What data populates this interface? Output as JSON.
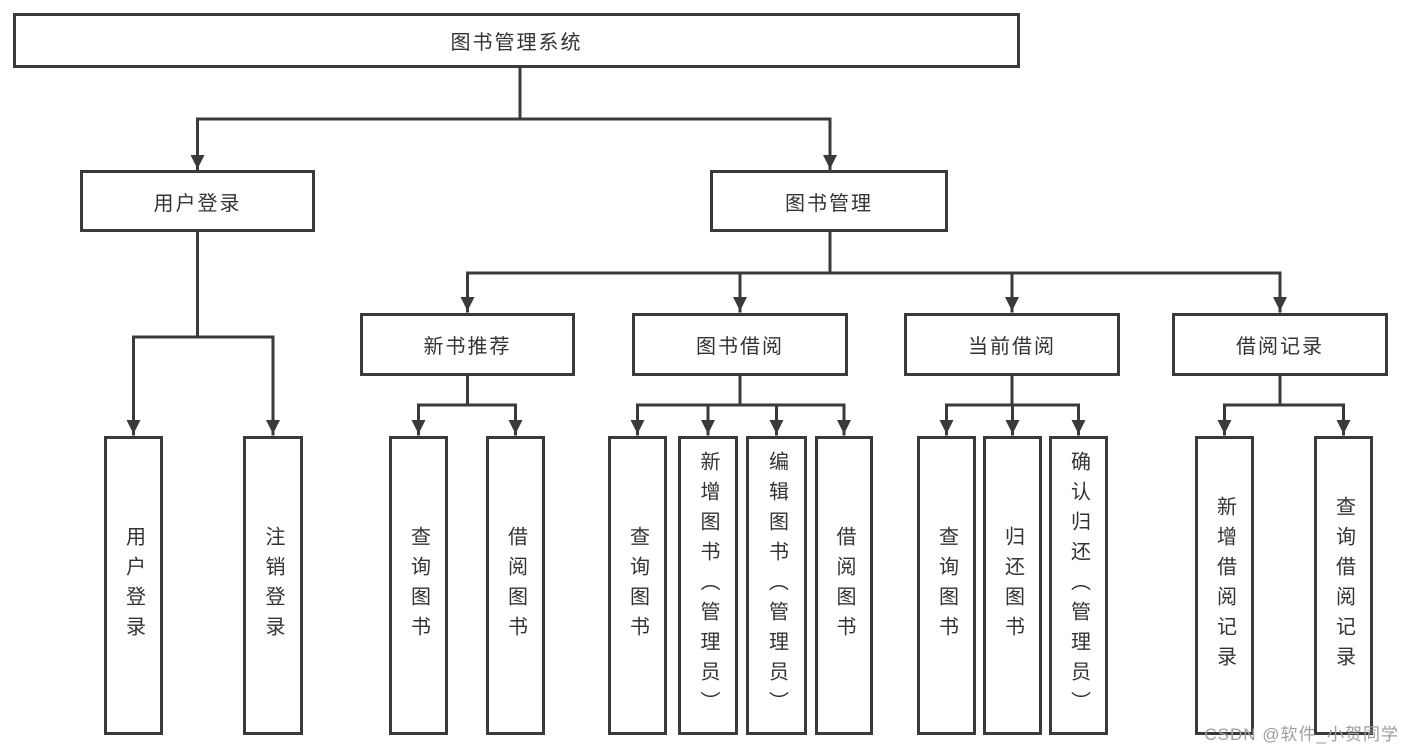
{
  "colors": {
    "line": "#3a3a3a",
    "text": "#333333",
    "watermark": "#9e9e9e",
    "background": "#ffffff"
  },
  "watermark": {
    "text": "CSDN @软件_小贺同学"
  },
  "tree": {
    "root": {
      "label": "图书管理系统",
      "children": [
        {
          "label": "用户登录",
          "children": [
            {
              "label": "用户登录"
            },
            {
              "label": "注销登录"
            }
          ]
        },
        {
          "label": "图书管理",
          "children": [
            {
              "label": "新书推荐",
              "children": [
                {
                  "label": "查询图书"
                },
                {
                  "label": "借阅图书"
                }
              ]
            },
            {
              "label": "图书借阅",
              "children": [
                {
                  "label": "查询图书"
                },
                {
                  "label": "新增图书（管理员）"
                },
                {
                  "label": "编辑图书（管理员）"
                },
                {
                  "label": "借阅图书"
                }
              ]
            },
            {
              "label": "当前借阅",
              "children": [
                {
                  "label": "查询图书"
                },
                {
                  "label": "归还图书"
                },
                {
                  "label": "确认归还（管理员）"
                }
              ]
            },
            {
              "label": "借阅记录",
              "children": [
                {
                  "label": "新增借阅记录"
                },
                {
                  "label": "查询借阅记录"
                }
              ]
            }
          ]
        }
      ]
    }
  }
}
